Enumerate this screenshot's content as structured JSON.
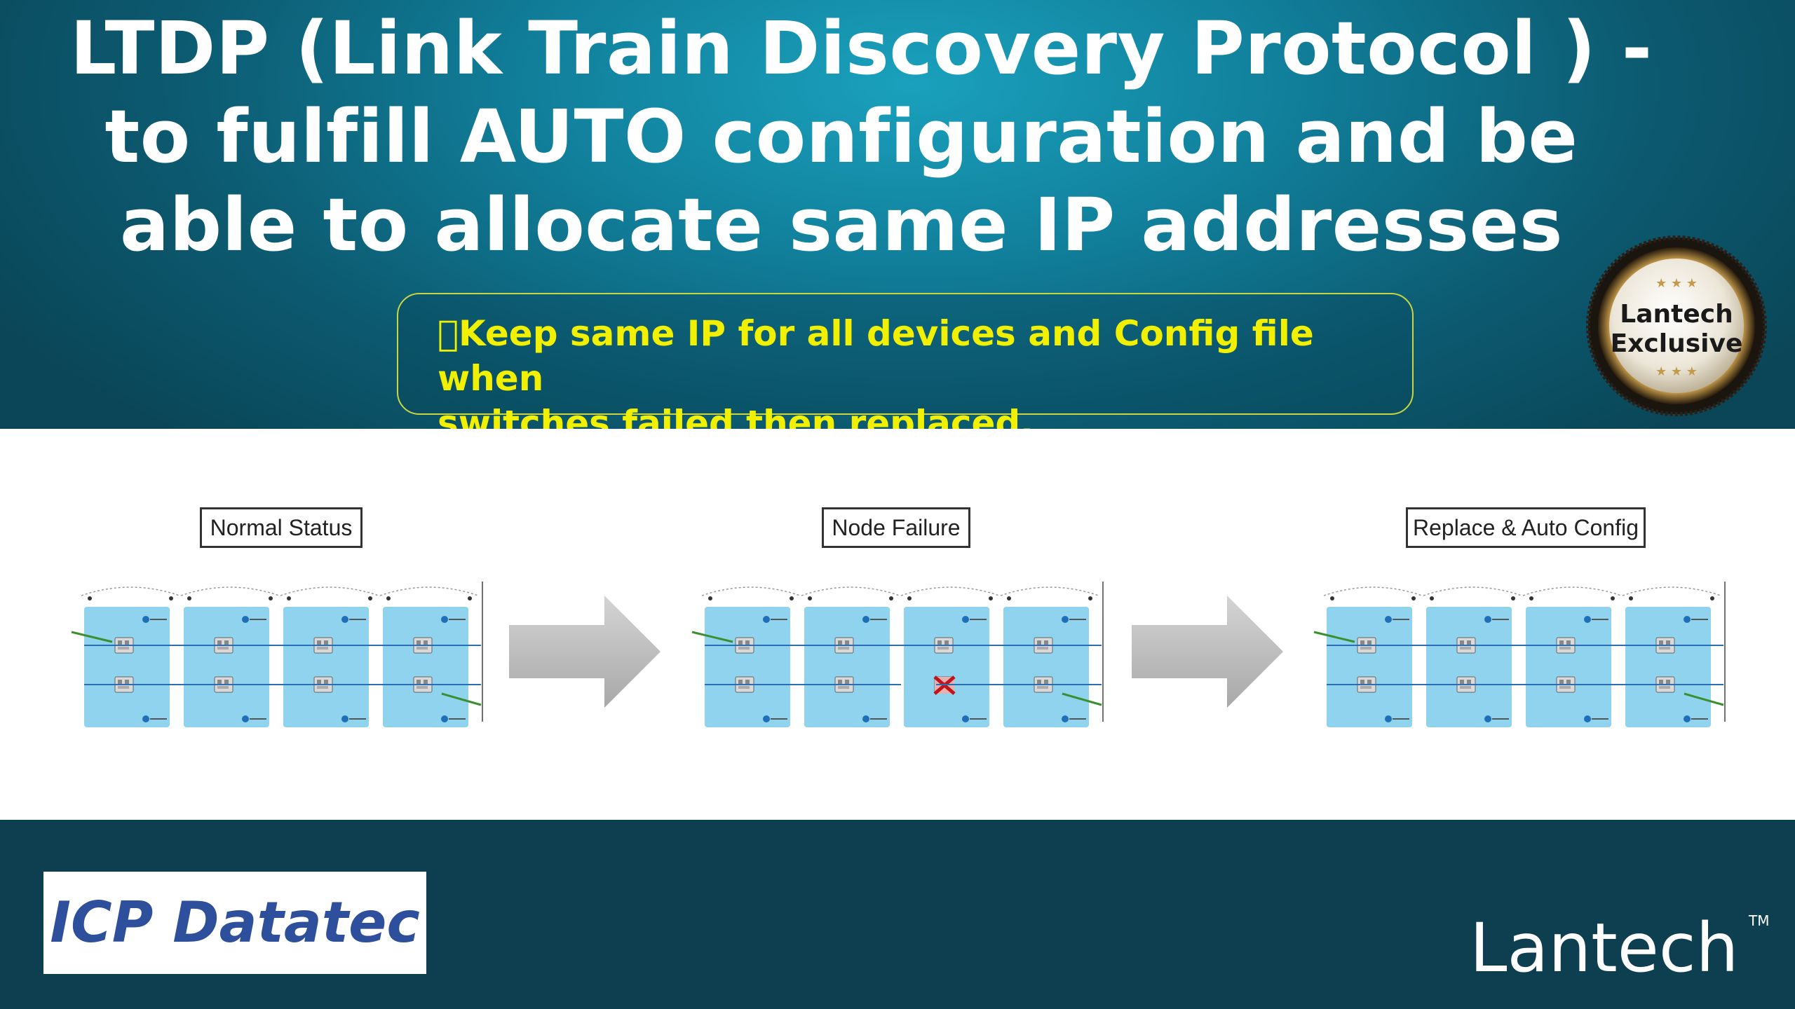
{
  "title": {
    "line1": "LTDP (Link Train Discovery Protocol ) -",
    "line2": "to fulfill AUTO configuration and be",
    "line3": "able to allocate same IP addresses"
  },
  "callout": {
    "line1": "Keep same IP for all devices and Config file when",
    "line2": "switches failed then replaced."
  },
  "badge": {
    "line1": "Lantech",
    "line2": "Exclusive"
  },
  "steps": [
    {
      "label": "Normal Status"
    },
    {
      "label": "Node Failure"
    },
    {
      "label": "Replace & Auto Config"
    }
  ],
  "footer": {
    "partner_logo_text": "ICP Datatec",
    "brand_logo_text": "Lantech",
    "trademark": "TM"
  },
  "colors": {
    "header_teal": "#1199b6",
    "callout_text": "#f0f000",
    "callout_border": "#c9d640",
    "footer_bg": "#0d3f50",
    "icp_blue": "#2e4f9b",
    "node_blue": "#8fd3ee",
    "arrow_gray": "#b9b9b9"
  },
  "icons": [
    "arrow-right-icon",
    "failure-x-icon",
    "switch-icon"
  ]
}
